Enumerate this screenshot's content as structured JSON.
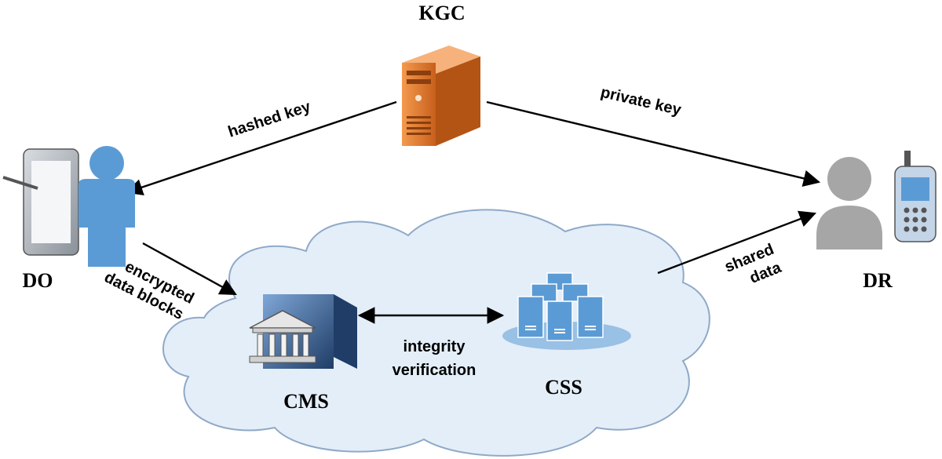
{
  "nodes": {
    "kgc": {
      "label": "KGC"
    },
    "do": {
      "label": "DO"
    },
    "dr": {
      "label": "DR"
    },
    "cms": {
      "label": "CMS"
    },
    "css": {
      "label": "CSS"
    }
  },
  "edges": {
    "hashed_key": {
      "label": "hashed key"
    },
    "private_key": {
      "label": "private key"
    },
    "encrypted_line1": "encrypted",
    "encrypted_line2": "data blocks",
    "shared_line1": "shared",
    "shared_line2": "data",
    "integrity_line1": "integrity",
    "integrity_line2": "verification"
  },
  "colors": {
    "server_orange": "#e8782c",
    "person_blue": "#5b9bd5",
    "person_gray": "#a6a6a6",
    "cloud_fill": "#e4eef8",
    "cloud_stroke": "#8fa9c8"
  }
}
